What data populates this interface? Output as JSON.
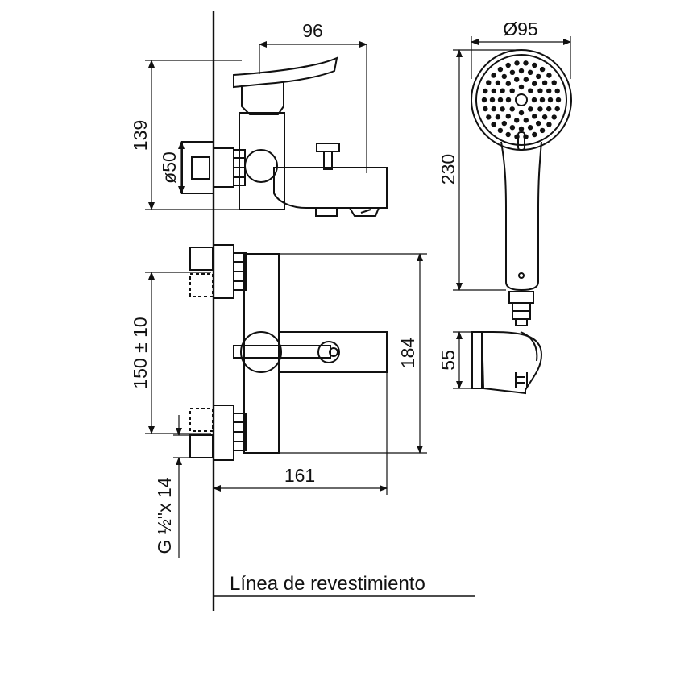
{
  "drawing": {
    "dimensions": {
      "faucet_depth": "96",
      "faucet_height": "139",
      "flange_diameter": "ø50",
      "body_height": "184",
      "inlet_spacing": "150 ± 10",
      "body_depth": "161",
      "thread": "G ½\"x 14",
      "shower_head_diameter": "Ø95",
      "hand_shower_length": "230",
      "holder_height": "55"
    },
    "caption": "Línea de revestimiento"
  }
}
